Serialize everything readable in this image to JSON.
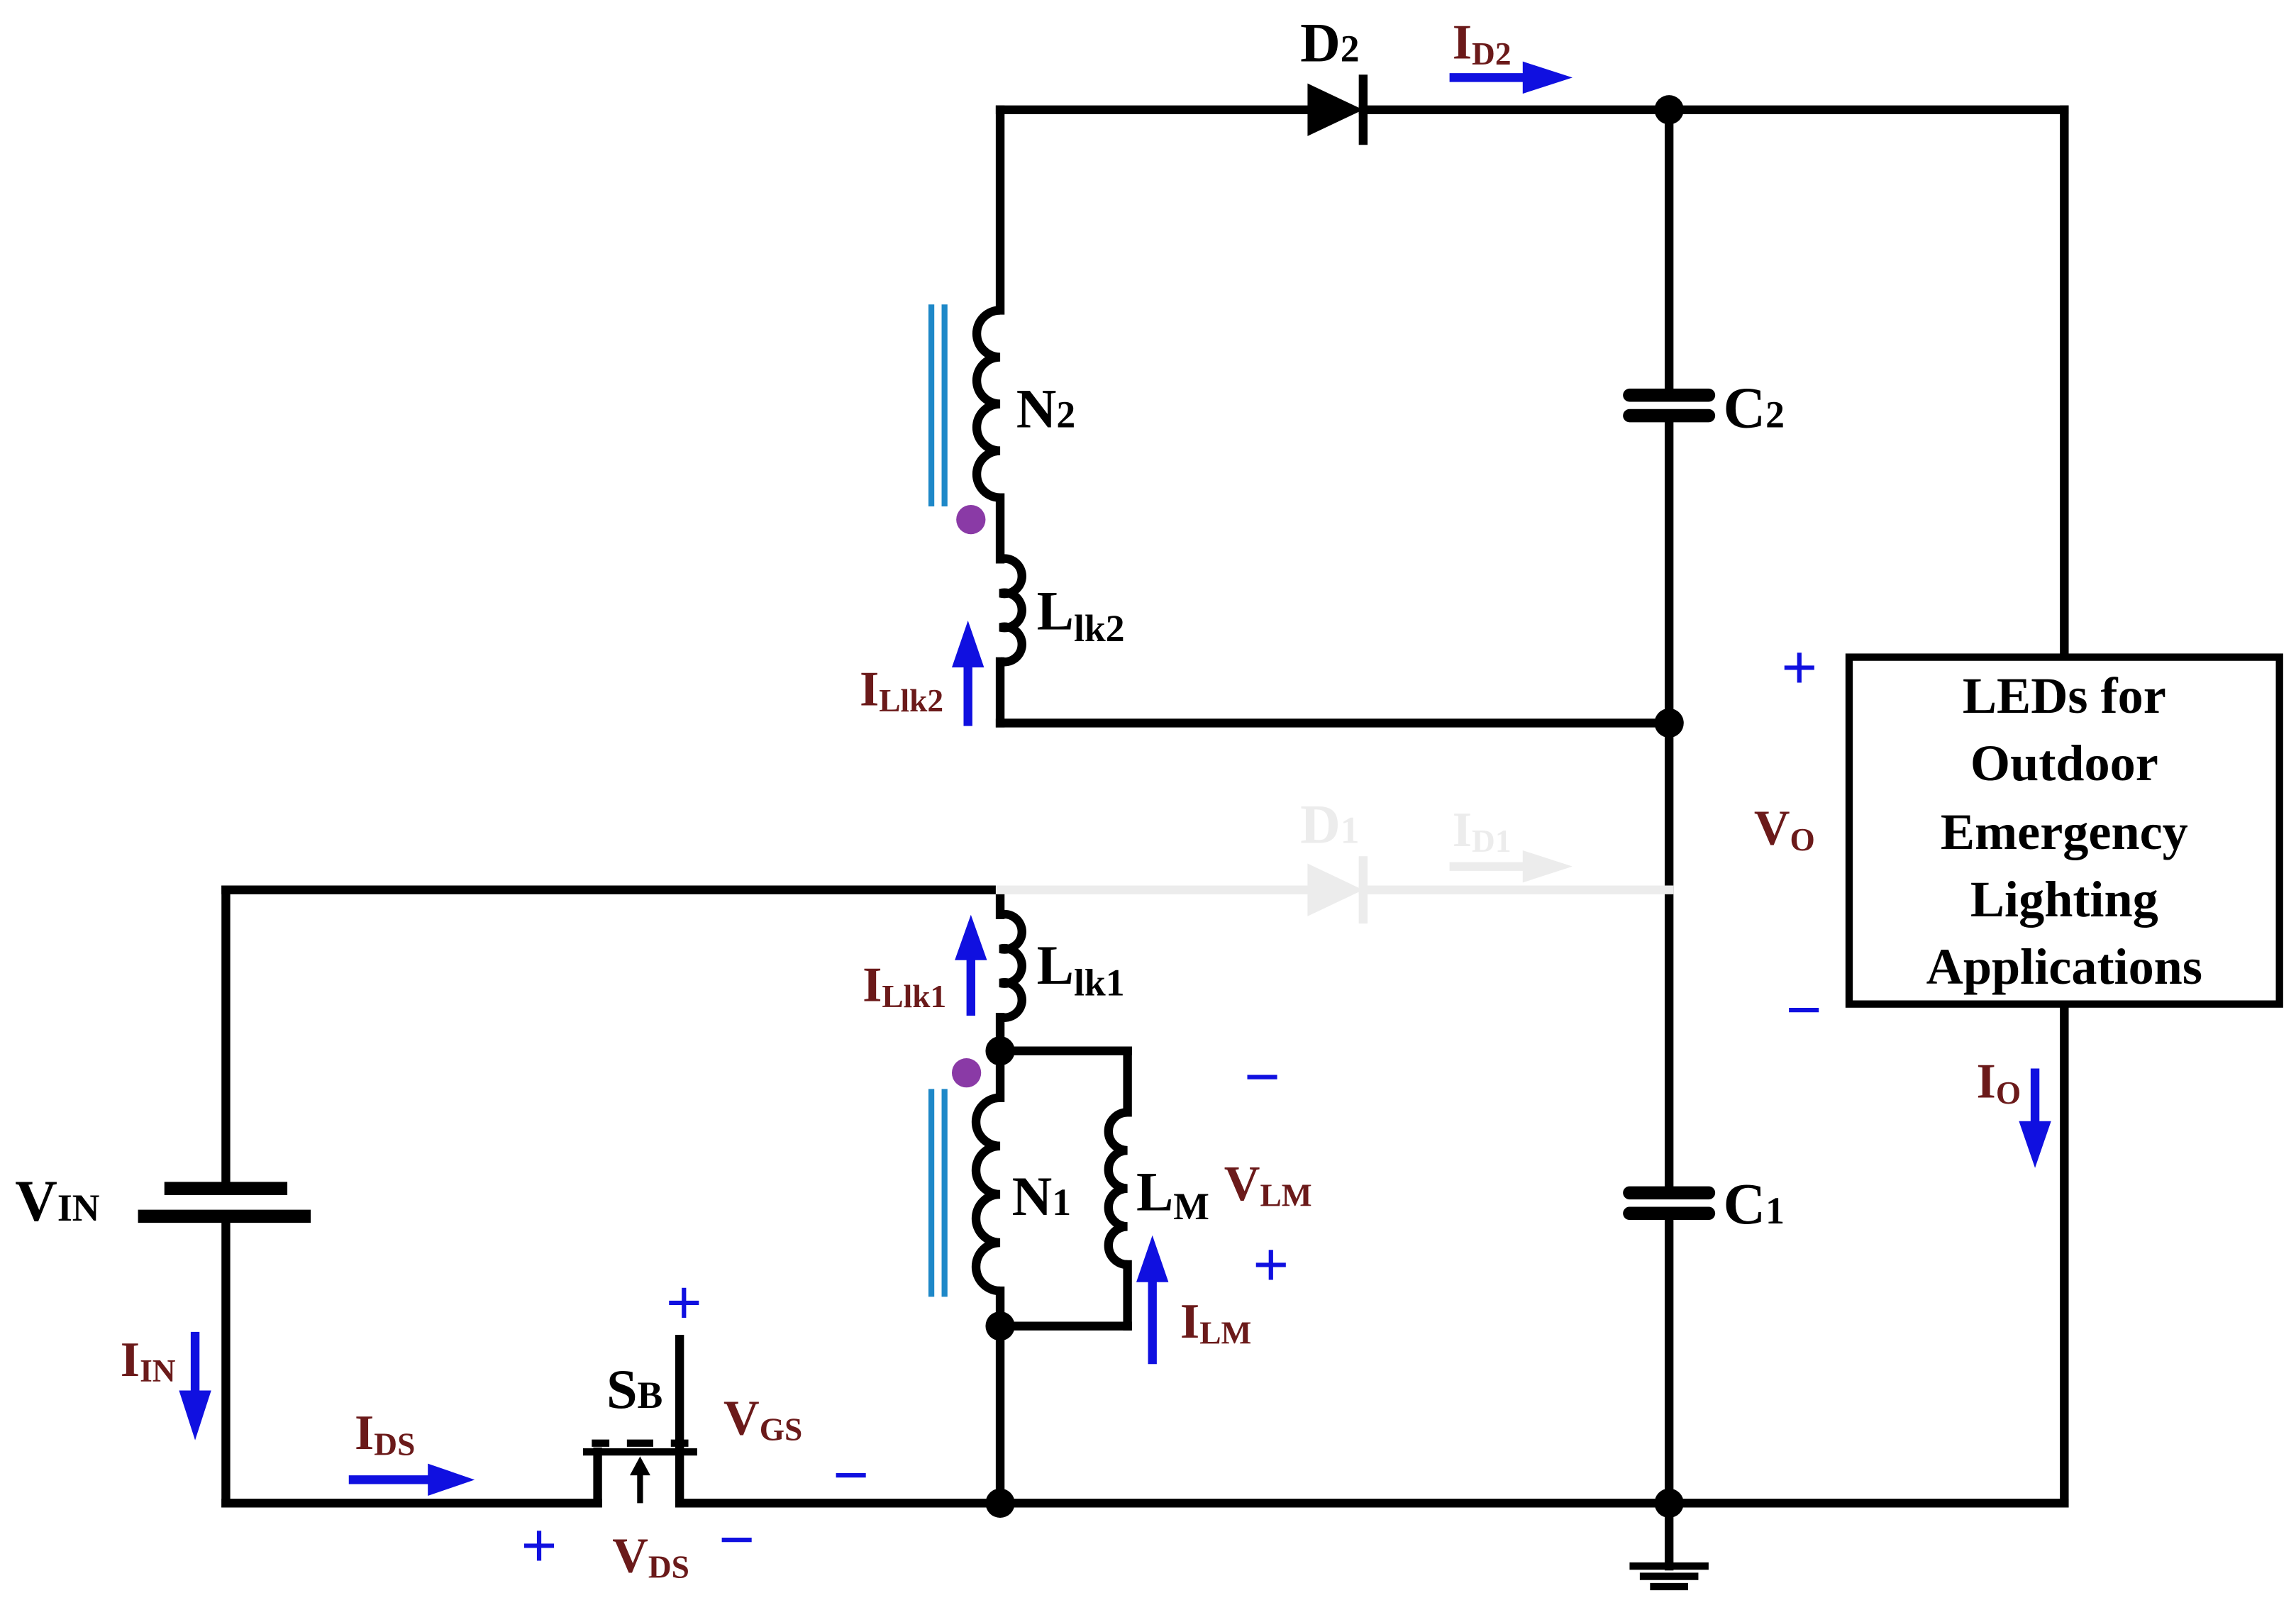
{
  "components": {
    "D2": {
      "name": "D",
      "sub": "2"
    },
    "D1": {
      "name": "D",
      "sub": "1"
    },
    "N2": {
      "name": "N",
      "sub": "2"
    },
    "N1": {
      "name": "N",
      "sub": "1"
    },
    "Llk2": {
      "name": "L",
      "sub": "lk2"
    },
    "Llk1": {
      "name": "L",
      "sub": "lk1"
    },
    "LM": {
      "name": "L",
      "sub": "M"
    },
    "C2": {
      "name": "C",
      "sub": "2"
    },
    "C1": {
      "name": "C",
      "sub": "1"
    },
    "VIN": {
      "name": "V",
      "sub": "IN"
    },
    "SB": {
      "name": "S",
      "sub": "B"
    }
  },
  "signals": {
    "ID2": {
      "name": "I",
      "sub": "D2"
    },
    "ID1": {
      "name": "I",
      "sub": "D1"
    },
    "ILlk2": {
      "name": "I",
      "sub": "Llk2"
    },
    "ILlk1": {
      "name": "I",
      "sub": "Llk1"
    },
    "VLM": {
      "name": "V",
      "sub": "LM"
    },
    "ILM": {
      "name": "I",
      "sub": "LM"
    },
    "VO": {
      "name": "V",
      "sub": "O"
    },
    "IO": {
      "name": "I",
      "sub": "O"
    },
    "IIN": {
      "name": "I",
      "sub": "IN"
    },
    "IDS": {
      "name": "I",
      "sub": "DS"
    },
    "VGS": {
      "name": "V",
      "sub": "GS"
    },
    "VDS": {
      "name": "V",
      "sub": "DS"
    }
  },
  "load": {
    "lines": [
      "LEDs for",
      "Outdoor",
      "Emergency",
      "Lighting",
      "Applications"
    ]
  },
  "polarity": {
    "plus": "+",
    "minus": "−"
  },
  "colors": {
    "wire": "#000000",
    "current_arrow": "#1010e0",
    "signal_label": "#6b1a1a",
    "dot_marker": "#8a3aa6",
    "core_lines": "#1e88c8",
    "inactive_path": "#ececec"
  }
}
